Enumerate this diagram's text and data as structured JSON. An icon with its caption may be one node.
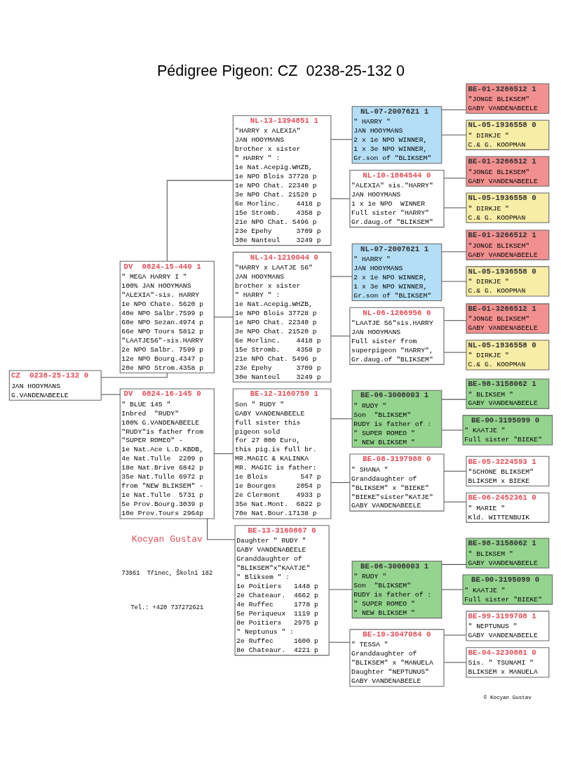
{
  "diagram": {
    "title": "Pédigree Pigeon: CZ  0238-25-132 0",
    "nodes": [
      {
        "text": [
          "CZ  0238-25-132 0",
          "JAN HOOYMANS",
          "G.VANDENABEELE"
        ]
      },
      {
        "text": [
          "DV  0824-15-440 1",
          "\" MEGA HARRY I \"",
          "100% JAN HOOYMANS",
          "\"ALEXIA\"-sis. HARRY",
          "1e NPO Chate. 5620 p",
          "40e NPO Salbr.7599 p",
          "60e NPO Sezan.4974 p",
          "66e NPO Tours 5812 p",
          "\"LAATJE56\"-sis.HARRY",
          "2e NPO Salbr. 7599 p",
          "12e NPO Bourg.4347 p",
          "20e NPO Strom.4358 p"
        ]
      },
      {
        "text": [
          "DV  0824-16-145 0",
          "\" BLUE 145 \"",
          "Inbred  \"RUDY\"",
          "100% G.VANDENABEELE",
          "\"RUDY\"is father from",
          "\"SUPER ROMEO\" -",
          "1e Nat.Ace L.D.KBDB,",
          "4e Nat.Tulle  2209 p",
          "18e Nat.Brive 6842 p",
          "35e Nat.Tulle 6972 p",
          "from \"NEW BLIKSEM\" -",
          "1e Nat.Tulle  5731 p",
          "5e Prov.Bourg.3039 p",
          "10e Prov.Tours 2964p"
        ]
      },
      {
        "text": [
          "NL-13-1394851 1",
          "\"HARRY x ALEXIA\"",
          "JAN HOOYMANS",
          "brother x sister",
          "\" HARRY \" :",
          "1e Nat.Acepig.WHZB,",
          "1e NPO Blois 37728 p",
          "1e NPO Chat. 22340 p",
          "3e NPO Chat. 21520 p",
          "6e Morlinc.    4418 p",
          "15e Stromb.    4358 p",
          "21e NPO Chat. 5496 p",
          "23e Epehy      3709 p",
          "30e Nanteul    3249 p"
        ]
      },
      {
        "text": [
          "NL-14-1210044 0",
          "\"HARRY x LAATJE 56\"",
          "JAN HOOYMANS",
          "brother x sister",
          "\" HARRY \" :",
          "1e Nat.Acepig.WHZB,",
          "1e NPO Blois 37728 p",
          "1e NPO Chat. 22340 p",
          "3e NPO Chat. 21520 p",
          "6e Morlinc.    4418 p",
          "15e Stromb.    4358 p",
          "21e NPO Chat. 5496 p",
          "23e Epehy      3709 p",
          "30e Nanteul    3249 p"
        ]
      },
      {
        "text": [
          "BE-12-3160759 1",
          "Son \" RUDY \"",
          "GABY VANDENABEELE",
          "full sister this",
          "pigeon sold",
          "for 27 000 Euro,",
          "this pig.is full br.",
          "MR.MAGIC & KALINKA",
          "MR. MAGIC is father:",
          "1e Blois        547 p",
          "1e Bourges     2054 p",
          "2e Clermont    4933 p",
          "35e Nat.Mont.  6822 p",
          "70e Nat.Bour.17138 p"
        ]
      },
      {
        "text": [
          "BE-13-3160867 0",
          "Daughter \" RUDY \"",
          "GABY VANDENABEELE",
          "Granddaughter of",
          "\"BLIKSEM\"x\"KAATJE\"",
          "\" Bliksem \" :",
          "1e Poitiers   1448 p",
          "2e Chateaur.  4662 p",
          "4e Ruffec     1778 p",
          "5e Periqueux  1119 p",
          "8e Poitiers   2975 p",
          "\" Neptunus \" :",
          "2e Ruffec     1600 p",
          "8e Chateaur.  4221 p"
        ]
      },
      {
        "text": [
          "NL-07-2007621 1",
          "\" HARRY \"",
          "JAN HOOYMANS",
          "2 x 1e NPO WINNER,",
          "1 x 3e NPO WINNER,",
          "Gr.son of \"BLIKSEM\""
        ]
      },
      {
        "text": [
          "NL-10-1864544 0",
          "\"ALEXIA\" sis.\"HARRY\"",
          "JAN HOOYMANS",
          "1 x 1e NPO  WINNER",
          "Full sister \"HARRY\"",
          "Gr.daug.of \"BLIKSEM\""
        ]
      },
      {
        "text": [
          "NL-07-2007621 1",
          "\" HARRY \"",
          "JAN HOOYMANS",
          "2 x 1e NPO WINNER,",
          "1 x 3e NPO WINNER,",
          "Gr.son of \"BLIKSEM\""
        ]
      },
      {
        "text": [
          "NL-06-1266956 0",
          "\"LAATJE 56\"sis.HARRY",
          "JAN HOOYMANS",
          "Full sister from",
          "superpigeon \"HARRY\",",
          "Gr.daug.of \"BLIKSEM\""
        ]
      },
      {
        "text": [
          "BE-06-3008003 1",
          "\" RUDY \"",
          "Son  \"BLIKSEM\"",
          "RUDY is father of :",
          "\" SUPER ROMEO \"",
          "\" NEW BLIKSEM \""
        ]
      },
      {
        "text": [
          "BE-08-3197988 0",
          "\" SHANA \"",
          "Granddaughter of",
          "\"BLIKSEM\" x \"BIEKE\"",
          "\"BIEKE\"sister\"KATJE\"",
          "GABY VANDENABEELE"
        ]
      },
      {
        "text": [
          "BE-06-3008003 1",
          "\" RUDY \"",
          "Son  \"BLIKSEM\"",
          "RUDY is father of :",
          "\" SUPER ROMEO \"",
          "\" NEW BLIKSEM \""
        ]
      },
      {
        "text": [
          "BE-10-3047084 0",
          "\" TESSA \"",
          "Granddaughter of",
          "\"BLIKSEM\" x \"MANUELA",
          "Daughter \"NEPTUNUS\"",
          "GABY VANDENABEELE"
        ]
      },
      {
        "text": [
          "BE-01-3266512 1",
          "\"JONGE BLIKSEM\"",
          "GABY VANDENABEELE"
        ]
      },
      {
        "text": [
          "NL-05-1936558 0",
          "\" DIRKJE \"",
          "C.& G. KOOPMAN"
        ]
      },
      {
        "text": [
          "BE-01-3266512 1",
          "\"JONGE BLIKSEM\"",
          "GABY VANDENABEELE"
        ]
      },
      {
        "text": [
          "NL-05-1936558 0",
          "\" DIRKJE \"",
          "C.& G. KOOPMAN"
        ]
      },
      {
        "text": [
          "BE-01-3266512 1",
          "\"JONGE BLIKSEM\"",
          "GABY VANDENABEELE"
        ]
      },
      {
        "text": [
          "NL-05-1936558 0",
          "\" DIRKJE \"",
          "C.& G. KOOPMAN"
        ]
      },
      {
        "text": [
          "BE-01-3266512 1",
          "\"JONGE BLIKSEM\"",
          "GABY VANDENABEELE"
        ]
      },
      {
        "text": [
          "NL-05-1936558 0",
          "\" DIRKJE \"",
          "C.& G. KOOPMAN"
        ]
      },
      {
        "text": [
          "BE-98-3158062 1",
          "\" BLIKSEM \"",
          "GABY VANDENABEELE"
        ]
      },
      {
        "text": [
          "BE-00-3195099 0",
          "\" KAATJE \"",
          "Full sister \"BIEKE\""
        ]
      },
      {
        "text": [
          "BE-05-3224593 1",
          "\"SCHONE BLIKSEM\"",
          "BLIKSEM x BIEKE"
        ]
      },
      {
        "text": [
          "BE-06-2452361 0",
          "\" MARIE \"",
          "Kld. WITTENBUIK"
        ]
      },
      {
        "text": [
          "BE-98-3158062 1",
          "\" BLIKSEM \"",
          "GABY VANDENABEELE"
        ]
      },
      {
        "text": [
          "BE-00-3195099 0",
          "\" KAATJE \"",
          "Full sister \"BIEKE\""
        ]
      },
      {
        "text": [
          "BE-99-3199708 1",
          "\" NEPTUNUS \"",
          "GABY VANDENABEELE"
        ]
      },
      {
        "text": [
          "BE-04-3230881 0",
          "Sis. \" TSUNAMI \"",
          "BLIKSEM x MANUELA"
        ]
      }
    ],
    "edges": [
      {
        "from": 0,
        "to": 1,
        "arrow": "none"
      },
      {
        "from": 0,
        "to": 2,
        "arrow": "none"
      },
      {
        "from": 1,
        "to": 3,
        "arrow": "none"
      },
      {
        "from": 1,
        "to": 4,
        "arrow": "none"
      },
      {
        "from": 2,
        "to": 5,
        "arrow": "none"
      },
      {
        "from": 2,
        "to": 6,
        "arrow": "none"
      },
      {
        "from": 3,
        "to": 7,
        "arrow": "none"
      },
      {
        "from": 3,
        "to": 8,
        "arrow": "none"
      },
      {
        "from": 4,
        "to": 9,
        "arrow": "none"
      },
      {
        "from": 4,
        "to": 10,
        "arrow": "none"
      },
      {
        "from": 5,
        "to": 11,
        "arrow": "none"
      },
      {
        "from": 5,
        "to": 12,
        "arrow": "none"
      },
      {
        "from": 6,
        "to": 13,
        "arrow": "none"
      },
      {
        "from": 6,
        "to": 14,
        "arrow": "none"
      },
      {
        "from": 7,
        "to": 15,
        "arrow": "none"
      },
      {
        "from": 7,
        "to": 16,
        "arrow": "none"
      },
      {
        "from": 8,
        "to": 17,
        "arrow": "none"
      },
      {
        "from": 8,
        "to": 18,
        "arrow": "none"
      },
      {
        "from": 9,
        "to": 19,
        "arrow": "none"
      },
      {
        "from": 9,
        "to": 20,
        "arrow": "none"
      },
      {
        "from": 10,
        "to": 21,
        "arrow": "none"
      },
      {
        "from": 10,
        "to": 22,
        "arrow": "none"
      },
      {
        "from": 11,
        "to": 23,
        "arrow": "none"
      },
      {
        "from": 11,
        "to": 24,
        "arrow": "none"
      },
      {
        "from": 12,
        "to": 25,
        "arrow": "none"
      },
      {
        "from": 12,
        "to": 26,
        "arrow": "none"
      },
      {
        "from": 13,
        "to": 27,
        "arrow": "none"
      },
      {
        "from": 13,
        "to": 28,
        "arrow": "none"
      },
      {
        "from": 14,
        "to": 29,
        "arrow": "none"
      },
      {
        "from": 14,
        "to": 30,
        "arrow": "none"
      }
    ],
    "labels": [
      "Kocyan Gustav",
      "73961  Třinec, Školní 182",
      "Tel.: +420 737272621",
      "© Kocyan Gustav"
    ]
  }
}
